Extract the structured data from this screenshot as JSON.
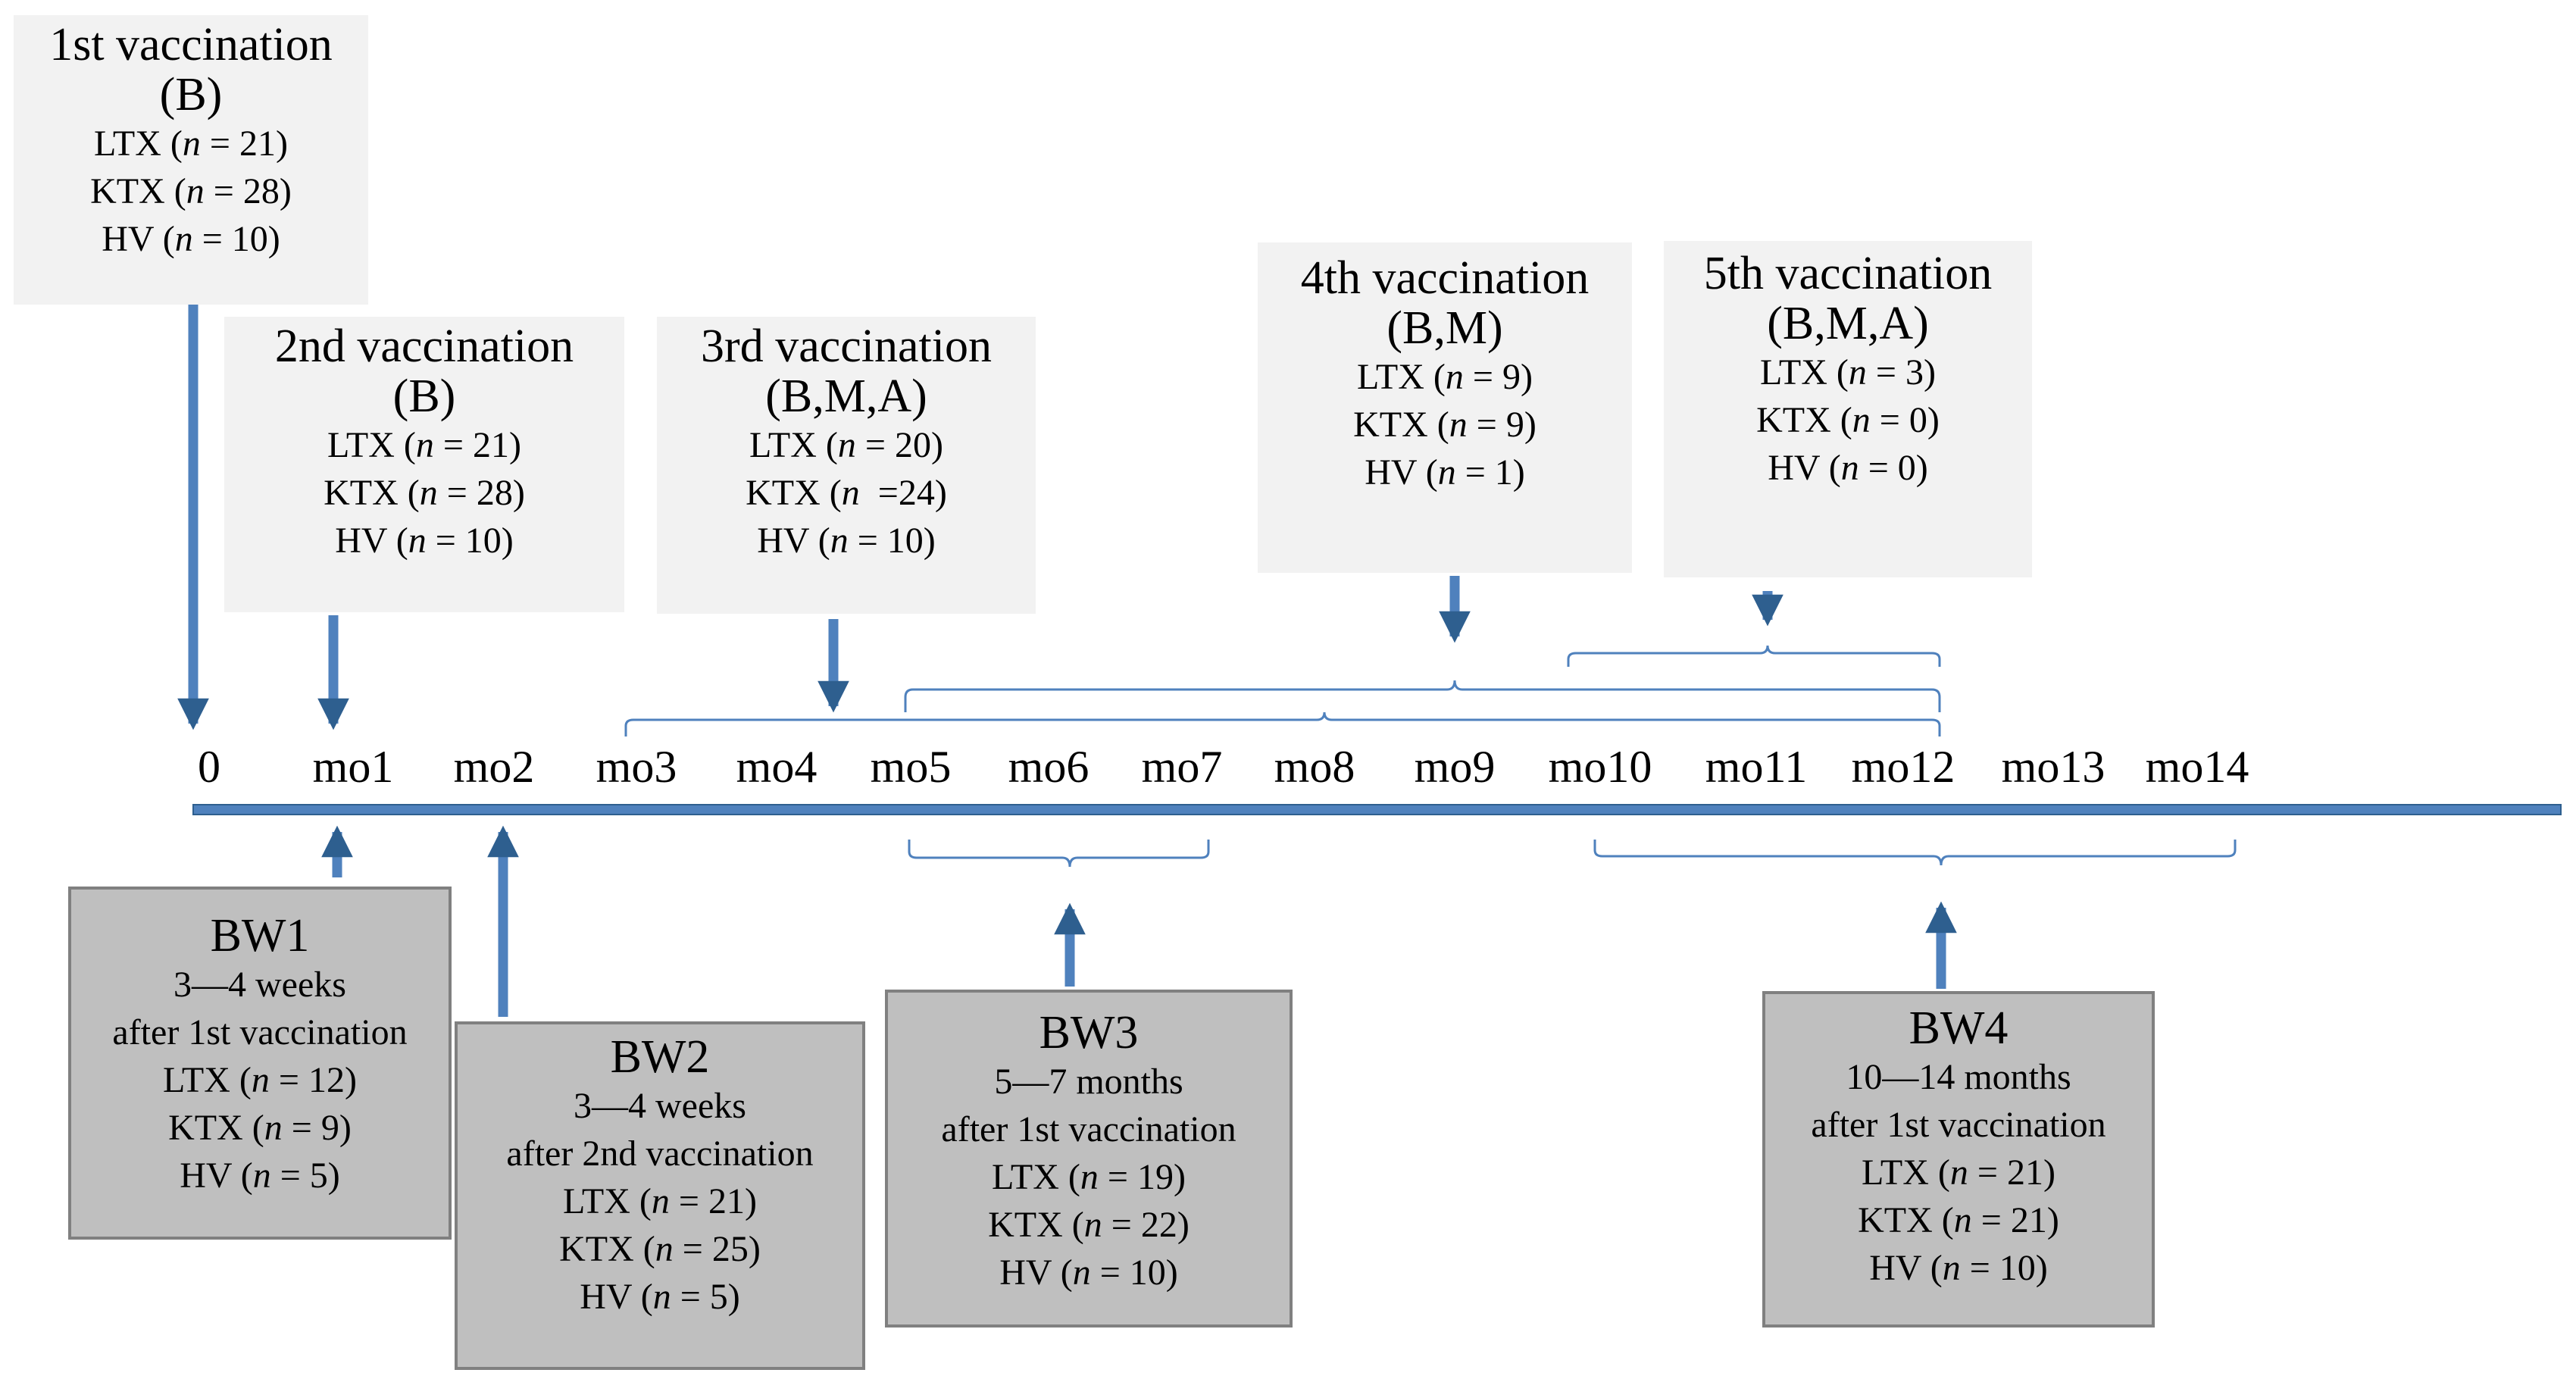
{
  "colors": {
    "arrow": "#4f81bd",
    "arrow_dark": "#2e5f8f",
    "vax_fill": "#f2f2f2",
    "bw_fill": "#bfbfbf",
    "bw_border": "#808080"
  },
  "timeline_ticks": [
    "0",
    "mo1",
    "mo2",
    "mo3",
    "mo4",
    "mo5",
    "mo6",
    "mo7",
    "mo8",
    "mo9",
    "mo10",
    "mo11",
    "mo12",
    "mo13",
    "mo14"
  ],
  "vaccinations": [
    {
      "title": "1st vaccination",
      "vaccines": "(B)",
      "groups": [
        {
          "name": "LTX",
          "n": "21"
        },
        {
          "name": "KTX",
          "n": "28"
        },
        {
          "name": "HV",
          "n": "10"
        }
      ]
    },
    {
      "title": "2nd vaccination",
      "vaccines": "(B)",
      "groups": [
        {
          "name": "LTX",
          "n": "21"
        },
        {
          "name": "KTX",
          "n": "28"
        },
        {
          "name": "HV",
          "n": "10"
        }
      ]
    },
    {
      "title": "3rd vaccination",
      "vaccines": "(B,M,A)",
      "groups": [
        {
          "name": "LTX",
          "n": "20"
        },
        {
          "name": "KTX",
          "n": "24"
        },
        {
          "name": "HV",
          "n": "10"
        }
      ]
    },
    {
      "title": "4th vaccination",
      "vaccines": "(B,M)",
      "groups": [
        {
          "name": "LTX",
          "n": "9"
        },
        {
          "name": "KTX",
          "n": "9"
        },
        {
          "name": "HV",
          "n": "1"
        }
      ]
    },
    {
      "title": "5th vaccination",
      "vaccines": "(B,M,A)",
      "groups": [
        {
          "name": "LTX",
          "n": "3"
        },
        {
          "name": "KTX",
          "n": "0"
        },
        {
          "name": "HV",
          "n": "0"
        }
      ]
    }
  ],
  "blood_withdrawals": [
    {
      "title": "BW1",
      "timing": "3—4 weeks",
      "reference": "after 1st vaccination",
      "groups": [
        {
          "name": "LTX",
          "n": "12"
        },
        {
          "name": "KTX",
          "n": "9"
        },
        {
          "name": "HV",
          "n": "5"
        }
      ]
    },
    {
      "title": "BW2",
      "timing": "3—4 weeks",
      "reference": "after 2nd vaccination",
      "groups": [
        {
          "name": "LTX",
          "n": "21"
        },
        {
          "name": "KTX",
          "n": "25"
        },
        {
          "name": "HV",
          "n": "5"
        }
      ]
    },
    {
      "title": "BW3",
      "timing": "5—7 months",
      "reference": "after 1st vaccination",
      "groups": [
        {
          "name": "LTX",
          "n": "19"
        },
        {
          "name": "KTX",
          "n": "22"
        },
        {
          "name": "HV",
          "n": "10"
        }
      ]
    },
    {
      "title": "BW4",
      "timing": "10—14 months",
      "reference": "after 1st vaccination",
      "groups": [
        {
          "name": "LTX",
          "n": "21"
        },
        {
          "name": "KTX",
          "n": "21"
        },
        {
          "name": "HV",
          "n": "10"
        }
      ]
    }
  ]
}
